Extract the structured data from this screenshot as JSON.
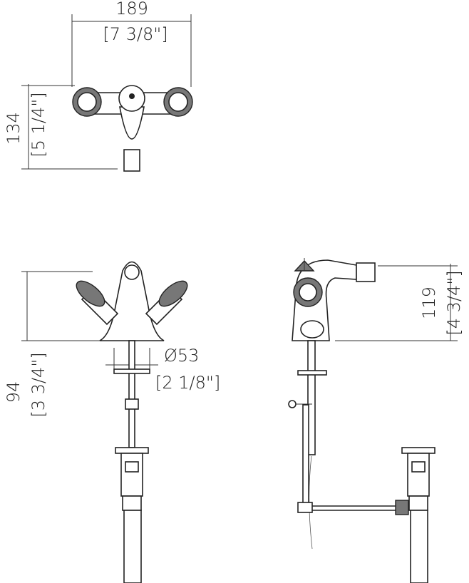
{
  "top_view": {
    "width_mm": "189",
    "width_in": "[7 3/8\"]",
    "depth_mm": "134",
    "depth_in": "[5 1/4\"]"
  },
  "front_view": {
    "height_mm": "94",
    "height_in": "[3 3/4\"]",
    "hole_mm": "Ø53",
    "hole_in": "[2 1/8\"]"
  },
  "side_view": {
    "height_mm": "119",
    "height_in": "[4 3/4\"]"
  }
}
